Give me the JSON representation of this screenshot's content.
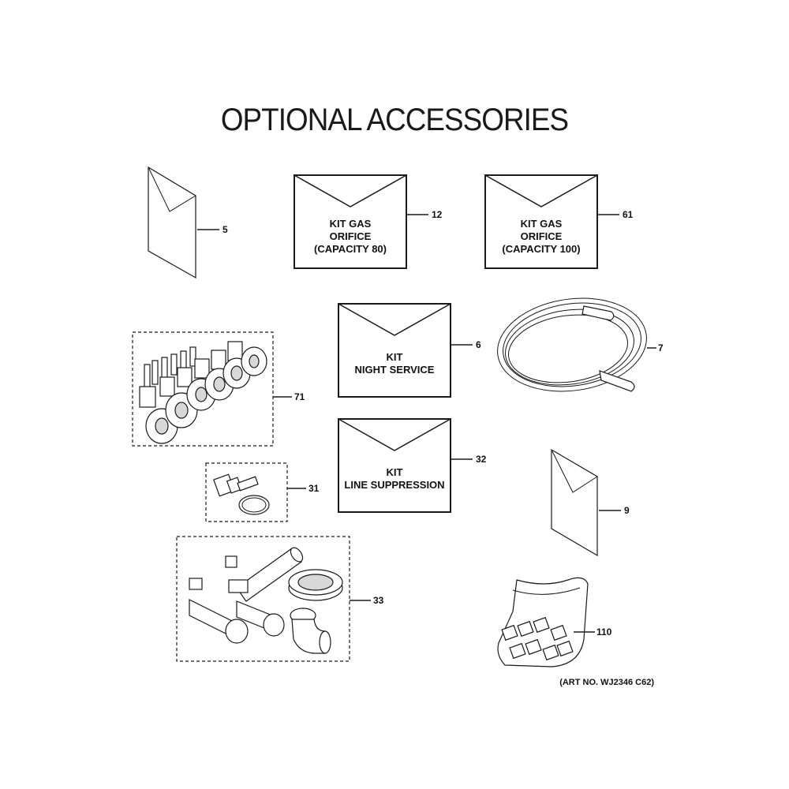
{
  "title": "OPTIONAL ACCESSORIES",
  "art_no": "(ART NO. WJ2346 C62)",
  "callouts": {
    "p5": "5",
    "p12": "12",
    "p61": "61",
    "p6": "6",
    "p7": "7",
    "p71": "71",
    "p32": "32",
    "p31": "31",
    "p9": "9",
    "p33": "33",
    "p110": "110"
  },
  "envelopes": {
    "e12": {
      "line1": "KIT GAS",
      "line2": "ORIFICE",
      "line3": "(CAPACITY 80)"
    },
    "e61": {
      "line1": "KIT GAS",
      "line2": "ORIFICE",
      "line3": "(CAPACITY 100)"
    },
    "e6": {
      "line1": "KIT",
      "line2": "NIGHT SERVICE"
    },
    "e32": {
      "line1": "KIT",
      "line2": "LINE SUPPRESSION"
    }
  },
  "colors": {
    "ink": "#1a1a1a",
    "background": "#ffffff",
    "shade": "#d8d8d8"
  }
}
